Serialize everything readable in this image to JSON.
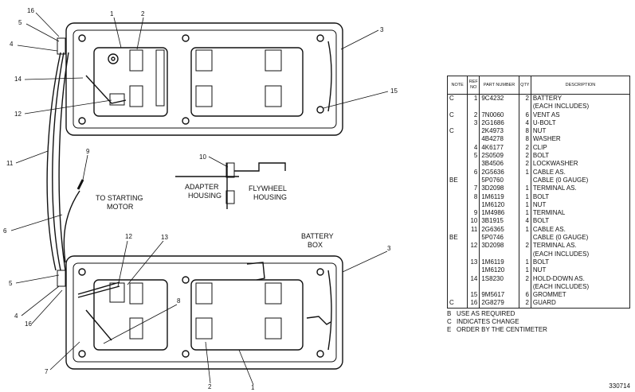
{
  "diagram": {
    "labels": {
      "adapter_housing": [
        "ADAPTER",
        "HOUSING"
      ],
      "flywheel_housing": [
        "FLYWHEEL",
        "HOUSING"
      ],
      "to_starting_motor": [
        "TO STARTING",
        "MOTOR"
      ],
      "battery_box": [
        "BATTERY",
        "BOX"
      ]
    },
    "callouts": [
      "16",
      "5",
      "4",
      "14",
      "12",
      "11",
      "1",
      "2",
      "3",
      "15",
      "9",
      "10",
      "6",
      "12",
      "13",
      "5",
      "4",
      "16",
      "7",
      "8",
      "2",
      "1",
      "3"
    ]
  },
  "parts_table": {
    "headers": {
      "note": "NOTE",
      "ref": "REF NO",
      "part": "PART NUMBER",
      "qty": "QTY",
      "desc": "DESCRIPTION"
    },
    "rows": [
      {
        "note": "C",
        "ref": "1",
        "pn": "9C4232",
        "qty": "2",
        "desc": "BATTERY"
      },
      {
        "note": "",
        "ref": "",
        "pn": "",
        "qty": "",
        "desc": "(EACH INCLUDES)"
      },
      {
        "note": "C",
        "ref": "2",
        "pn": "7N0060",
        "qty": "6",
        "desc": "VENT AS"
      },
      {
        "note": "",
        "ref": "3",
        "pn": "2G1686",
        "qty": "4",
        "desc": "U-BOLT"
      },
      {
        "note": "C",
        "ref": "",
        "pn": "2K4973",
        "qty": "8",
        "desc": "NUT"
      },
      {
        "note": "",
        "ref": "",
        "pn": "4B4278",
        "qty": "8",
        "desc": "WASHER"
      },
      {
        "note": "",
        "ref": "4",
        "pn": "4K6177",
        "qty": "2",
        "desc": "CLIP"
      },
      {
        "note": "",
        "ref": "5",
        "pn": "2S0509",
        "qty": "2",
        "desc": "BOLT"
      },
      {
        "note": "",
        "ref": "",
        "pn": "3B4506",
        "qty": "2",
        "desc": "LOCKWASHER"
      },
      {
        "note": "",
        "ref": "6",
        "pn": "2G5636",
        "qty": "1",
        "desc": "CABLE AS."
      },
      {
        "note": "BE",
        "ref": "",
        "pn": "5P0760",
        "qty": "",
        "desc": "CABLE (0 GAUGE)"
      },
      {
        "note": "",
        "ref": "7",
        "pn": "3D2098",
        "qty": "1",
        "desc": "TERMINAL AS."
      },
      {
        "note": "",
        "ref": "8",
        "pn": "1M6119",
        "qty": "1",
        "desc": "BOLT"
      },
      {
        "note": "",
        "ref": "",
        "pn": "1M6120",
        "qty": "1",
        "desc": "NUT"
      },
      {
        "note": "",
        "ref": "9",
        "pn": "1M4986",
        "qty": "1",
        "desc": "TERMINAL"
      },
      {
        "note": "",
        "ref": "10",
        "pn": "3B1915",
        "qty": "4",
        "desc": "BOLT"
      },
      {
        "note": "",
        "ref": "11",
        "pn": "2G6365",
        "qty": "1",
        "desc": "CABLE AS."
      },
      {
        "note": "BE",
        "ref": "",
        "pn": "5P0746",
        "qty": "",
        "desc": "CABLE (0 GAUGE)"
      },
      {
        "note": "",
        "ref": "12",
        "pn": "3D2098",
        "qty": "2",
        "desc": "TERMINAL AS."
      },
      {
        "note": "",
        "ref": "",
        "pn": "",
        "qty": "",
        "desc": "(EACH INCLUDES)"
      },
      {
        "note": "",
        "ref": "13",
        "pn": "1M6119",
        "qty": "1",
        "desc": "BOLT"
      },
      {
        "note": "",
        "ref": "",
        "pn": "1M6120",
        "qty": "1",
        "desc": "NUT"
      },
      {
        "note": "",
        "ref": "14",
        "pn": "1S8230",
        "qty": "2",
        "desc": "HOLD-DOWN AS."
      },
      {
        "note": "",
        "ref": "",
        "pn": "",
        "qty": "",
        "desc": "(EACH INCLUDES)"
      },
      {
        "note": "",
        "ref": "15",
        "pn": "9M5617",
        "qty": "6",
        "desc": "GROMMET"
      },
      {
        "note": "C",
        "ref": "16",
        "pn": "2G8279",
        "qty": "2",
        "desc": "GUARD"
      }
    ]
  },
  "notes": [
    {
      "code": "B",
      "text": "USE AS REQUIRED"
    },
    {
      "code": "C",
      "text": "INDICATES CHANGE"
    },
    {
      "code": "E",
      "text": "ORDER BY THE CENTIMETER"
    }
  ],
  "figure_number": "330714"
}
